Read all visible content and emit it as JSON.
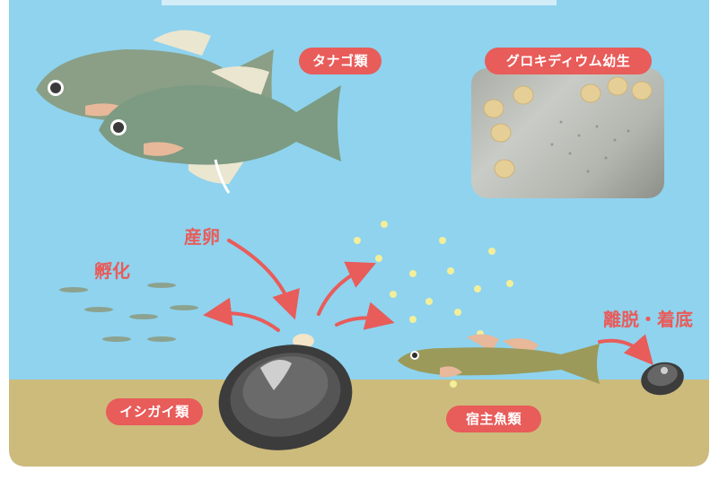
{
  "labels": {
    "tanago": "タナゴ類",
    "glochidia": "グロキディウム幼生",
    "spawning": "産卵",
    "hatching": "孵化",
    "detach": "離脱・着底",
    "ishigai": "イシガイ類",
    "host_fish": "宿主魚類"
  },
  "colors": {
    "water": "#8fd3ee",
    "sand": "#cdbb7c",
    "accent_red": "#e85c5a",
    "larva_dot": "#f3ee9a"
  }
}
